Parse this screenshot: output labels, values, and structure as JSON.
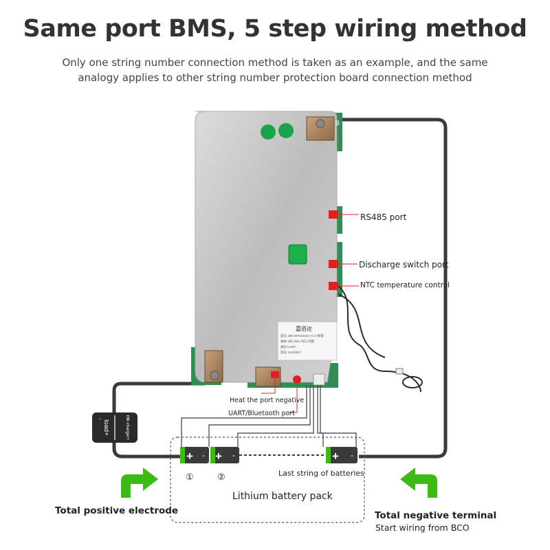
{
  "header": {
    "title": "Same port BMS, 5 step wiring method",
    "subtitle_line1": "Only one string number connection method is taken as an example, and the same",
    "subtitle_line2": "analogy applies to other string number protection board connection method"
  },
  "board": {
    "label_line1": "嘉佰达",
    "label_line2": "型号 JBD-SP04S034 V1 5 铁锂",
    "label_line3": "规格 4串 200A 同口 均衡",
    "label_line4": "通讯 UART",
    "label_line5": "批号 16240017",
    "terminal_b": "B"
  },
  "ports": {
    "rs485": "RS485 port",
    "discharge_switch": "Discharge switch port",
    "ntc": "NTC temperature control",
    "heat_negative": "Heat the port negative",
    "uart_bluetooth": "UART/Bluetooth port"
  },
  "load": {
    "load_label": "load+",
    "charger_label": "the charger+",
    "minus_left": "-",
    "minus_right": "-"
  },
  "batteries": {
    "cell1_mark": "①",
    "cell2_mark": "②",
    "last_string": "Last string of batteries",
    "pack_label": "Lithium battery pack",
    "plus": "+",
    "minus": "-"
  },
  "footer": {
    "total_positive": "Total positive electrode",
    "total_negative": "Total negative terminal",
    "start_wiring": "Start wiring from BCO"
  },
  "colors": {
    "accent_green": "#3dba14",
    "wire_dark": "#3a3a3a",
    "board_silver": "#c8c8c8",
    "pcb_green": "#2f8f52",
    "connector_red": "#e02020"
  }
}
